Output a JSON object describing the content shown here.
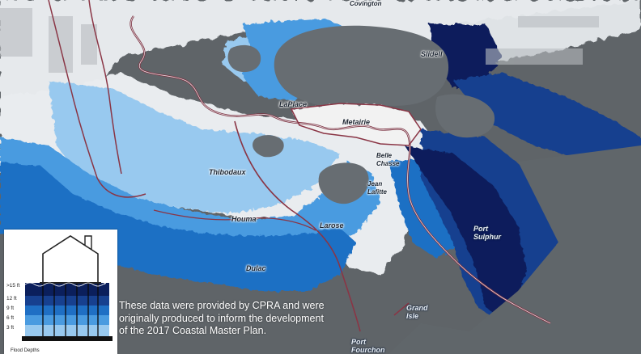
{
  "places": {
    "covington": "Covington",
    "slidell": "Slidell",
    "laplace": "LaPlace",
    "metairie": "Metairie",
    "belle_chasse": "Belle\nChasse",
    "thibodaux": "Thibodaux",
    "jean_lafitte": "Jean\nLafitte",
    "houma": "Houma",
    "larose": "Larose",
    "port_sulphur": "Port\nSulphur",
    "dulac": "Dulac",
    "grand_isle": "Grand\nIsle",
    "port_fourchon": "Port\nFourchon"
  },
  "legend": {
    "levels": [
      ">15 ft",
      "12 ft",
      "9 ft",
      "6 ft",
      "3 ft"
    ],
    "title": "Flood Depths",
    "colors": [
      "#0b1f5c",
      "#17408f",
      "#1f6fc4",
      "#4a9be0",
      "#98c9ef"
    ]
  },
  "note": {
    "text": "These data were provided by CPRA and were originally produced to inform the development of the 2017 Coastal Master Plan."
  },
  "colors": {
    "water": "#5f6468",
    "lake": "#676d72",
    "land": "#e8ebee",
    "depth_3": "#98c9ef",
    "depth_6": "#4a9be0",
    "depth_9": "#1f6fc4",
    "depth_12": "#17408f",
    "depth_15": "#0b1f5c",
    "levee": "#9a3a48"
  }
}
